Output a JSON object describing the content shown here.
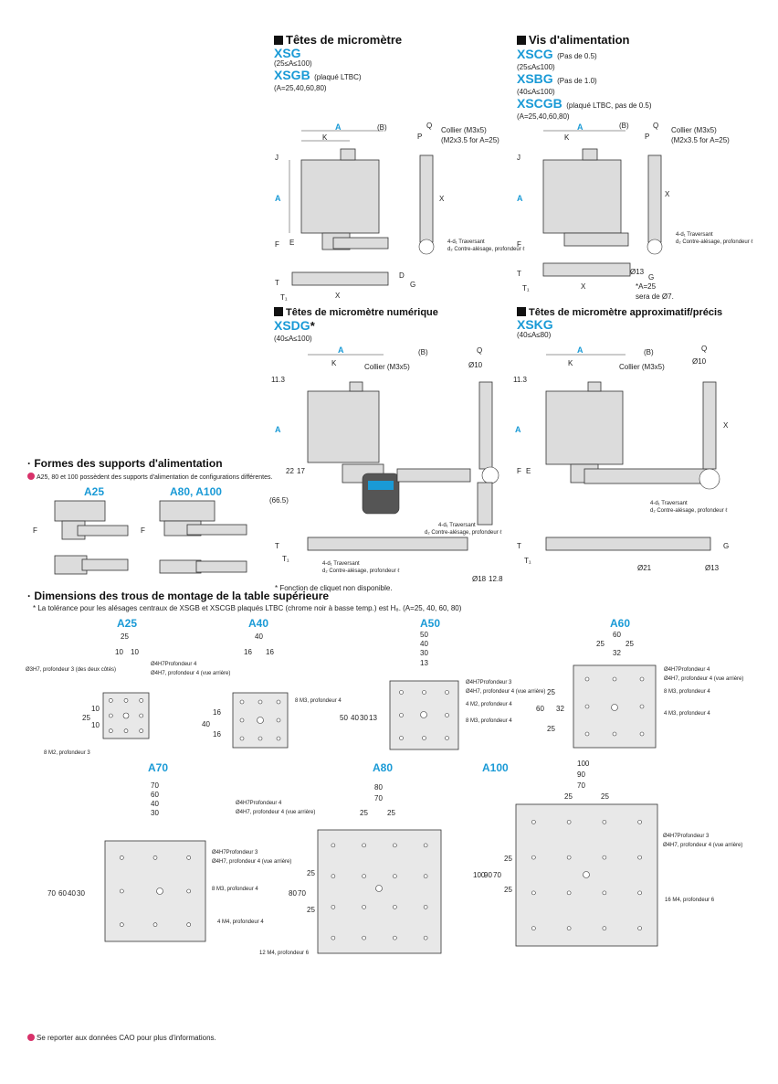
{
  "sections": {
    "xsg": {
      "title": "Têtes de micromètre",
      "m1": "XSG",
      "m1_range": "(25≤A≤100)",
      "m2": "XSGB",
      "m2_note": "(plaqué LTBC)",
      "m2_range": "(A=25,40,60,80)",
      "collar": "Collier (M3x5)",
      "collar2": "(M2x3.5 for A=25)",
      "hole_note": "4-d₁ Traversant",
      "hole_note2": "d₂ Contre-alésage, profondeur ℓ"
    },
    "xscg": {
      "title": "Vis d'alimentation",
      "m1": "XSCG",
      "m1_note": "(Pas de 0.5)",
      "m1_range": "(25≤A≤100)",
      "m2": "XSBG",
      "m2_note": "(Pas de 1.0)",
      "m2_range": "(40≤A≤100)",
      "m3": "XSCGB",
      "m3_note": "(plaqué LTBC, pas de 0.5)",
      "m3_range": "(A=25,40,60,80)",
      "collar": "Collier (M3x5)",
      "collar2": "(M2x3.5 for A=25)",
      "hole_note": "4-d₁ Traversant",
      "hole_note2": "d₂ Contre-alésage, profondeur ℓ",
      "footnote1": "*A=25",
      "footnote2": "sera de Ø7."
    },
    "xsdg": {
      "title": "Têtes de micromètre numérique",
      "m1": "XSDG",
      "m1_star": "*",
      "m1_range": "(40≤A≤100)",
      "collar": "Collier (M3x5)",
      "phi10": "Ø10",
      "hole_note": "4-d₁ Traversant",
      "hole_note2": "d₂ Contre-alésage, profondeur ℓ",
      "footnote": "* Fonction de cliquet non disponible."
    },
    "xskg": {
      "title": "Têtes de micromètre approximatif/précis",
      "m1": "XSKG",
      "m1_range": "(40≤A≤80)",
      "collar": "Collier (M3x5)",
      "phi10": "Ø10",
      "hole_note": "4-d₁ Traversant",
      "hole_note2": "d₂ Contre-alésage, profondeur ℓ"
    }
  },
  "dims": {
    "A": "A",
    "B": "(B)",
    "K": "K",
    "Q": "Q",
    "P": "P",
    "J": "J",
    "F": "F",
    "E": "E",
    "X": "X",
    "T": "T",
    "T1": "T₁",
    "G": "G",
    "D": "D",
    "v11_3": "11.3",
    "v22": "22",
    "v17": "17",
    "v66_5": "(66.5)",
    "v18": "Ø18",
    "v12_8": "12.8",
    "v21": "Ø21",
    "v13": "Ø13",
    "phi13": "Ø13"
  },
  "supports": {
    "title": "· Formes des supports d'alimentation",
    "note": "A25, 80 et 100 possèdent des supports d'alimentation de configurations différentes.",
    "a25": "A25",
    "a80": "A80, A100",
    "F": "F"
  },
  "mounting": {
    "title": "· Dimensions des trous de montage de la table supérieure",
    "note": "* La tolérance pour les alésages centraux de XSGB et XSCGB plaqués LTBC (chrome noir à basse temp.) est H₈. (A=25, 40, 60, 80)",
    "plates": [
      {
        "label": "A25",
        "w": "25",
        "d1": "10",
        "d2": "10",
        "side": "25",
        "s1": "10",
        "s2": "10",
        "n1": "Ø3H7, profondeur 3 (des deux côtés)",
        "n2": "8 M2, profondeur 3"
      },
      {
        "label": "A40",
        "w": "40",
        "d1": "16",
        "d2": "16",
        "side": "40",
        "s1": "16",
        "s2": "16",
        "n1": "Ø4H7Profondeur 4",
        "n1b": "Ø4H7, profondeur 4 (vue arrière)",
        "n2": "8 M3, profondeur 4"
      },
      {
        "label": "A50",
        "w": "50",
        "d1": "40",
        "d2": "30",
        "d3": "13",
        "side": "50",
        "s1": "40",
        "s2": "30",
        "s3": "13",
        "n1": "Ø4H7Profondeur 3",
        "n1b": "Ø4H7, profondeur 4 (vue arrière)",
        "n2": "4 M2, profondeur 4",
        "n3": "8 M3, profondeur 4"
      },
      {
        "label": "A60",
        "w": "60",
        "d1": "25",
        "d2": "25",
        "d3": "32",
        "side": "60",
        "s1": "25",
        "s2": "32",
        "s3": "25",
        "n1": "Ø4H7Profondeur 4",
        "n1b": "Ø4H7, profondeur 4 (vue arrière)",
        "n2": "8 M3, profondeur 4",
        "n3": "4 M3, profondeur 4"
      },
      {
        "label": "A70",
        "w": "70",
        "d1": "60",
        "d2": "40",
        "d3": "30",
        "side": "70",
        "s1": "60",
        "s2": "40",
        "s3": "30",
        "n1": "Ø4H7Profondeur 3",
        "n1b": "Ø4H7, profondeur 4 (vue arrière)",
        "n2": "8 M3, profondeur 4",
        "n3": "4 M4, profondeur 4"
      },
      {
        "label": "A80",
        "w": "80",
        "d1": "70",
        "d2": "25",
        "d3": "25",
        "side": "80",
        "s1": "70",
        "s2": "25",
        "s3": "25",
        "n1": "Ø4H7Profondeur 4",
        "n1b": "Ø4H7, profondeur 4 (vue arrière)",
        "n2": "12 M4, profondeur 6"
      },
      {
        "label": "A100",
        "w": "100",
        "d1": "90",
        "d2": "70",
        "d3": "25",
        "d4": "25",
        "side": "100",
        "s1": "90",
        "s2": "70",
        "s3": "25",
        "s4": "25",
        "n1": "Ø4H7Profondeur 3",
        "n1b": "Ø4H7, profondeur 4 (vue arrière)",
        "n2": "16 M4, profondeur 6"
      }
    ]
  },
  "footer": "Se reporter aux données CAO pour plus d'informations."
}
